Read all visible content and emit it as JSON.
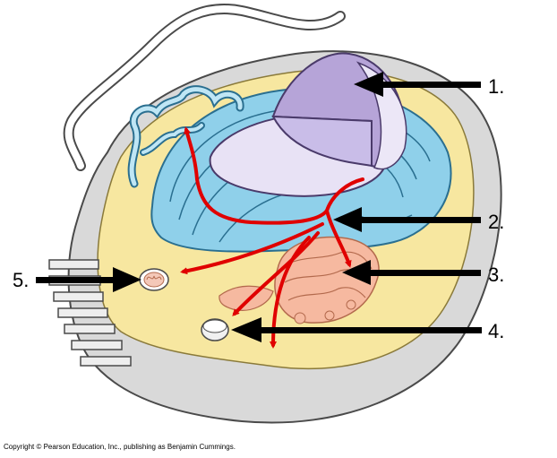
{
  "labels": [
    "1.",
    "2.",
    "3.",
    "4.",
    "5."
  ],
  "copyright": "Copyright © Pearson Education, Inc., publishing as Benjamin Cummings.",
  "colors": {
    "cytoplasm": "#f7e7a0",
    "membrane": "#d9d9d9",
    "membrane_outline": "#4a4a4a",
    "endoplasmic_reticulum": "#8fd0ea",
    "er_outline": "#2a6f90",
    "nucleus_cut": "#b6a4d8",
    "nucleus_surface": "#d2c7ea",
    "golgi": "#f6b9a0",
    "golgi_outline": "#b36a4d",
    "pathway_arrows": "#e00000",
    "pointer_arrows": "#000000",
    "vesicle": "#f0f0f0"
  }
}
